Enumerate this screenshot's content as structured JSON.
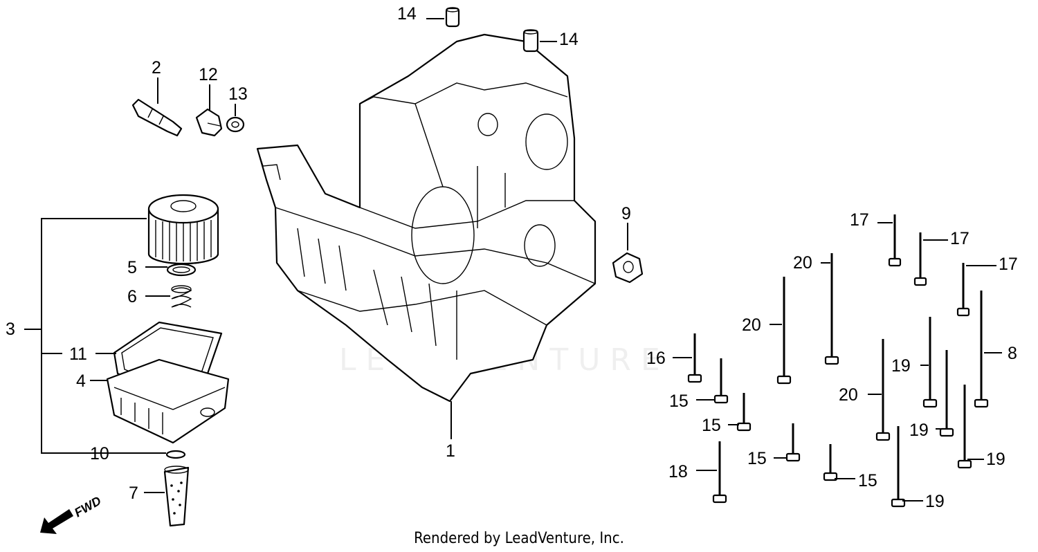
{
  "diagram": {
    "watermark": "LEADVENTURE",
    "fwd_label": "FWD",
    "footer": "Rendered by LeadVenture, Inc.",
    "callouts": {
      "c1": "1",
      "c2": "2",
      "c3": "3",
      "c4": "4",
      "c5": "5",
      "c6": "6",
      "c7": "7",
      "c8": "8",
      "c9": "9",
      "c10": "10",
      "c11": "11",
      "c12": "12",
      "c13": "13",
      "c14a": "14",
      "c14b": "14",
      "c15a": "15",
      "c15b": "15",
      "c15c": "15",
      "c15d": "15",
      "c16": "16",
      "c17a": "17",
      "c17b": "17",
      "c17c": "17",
      "c18": "18",
      "c19a": "19",
      "c19b": "19",
      "c19c": "19",
      "c19d": "19",
      "c20a": "20",
      "c20b": "20",
      "c20c": "20"
    }
  }
}
